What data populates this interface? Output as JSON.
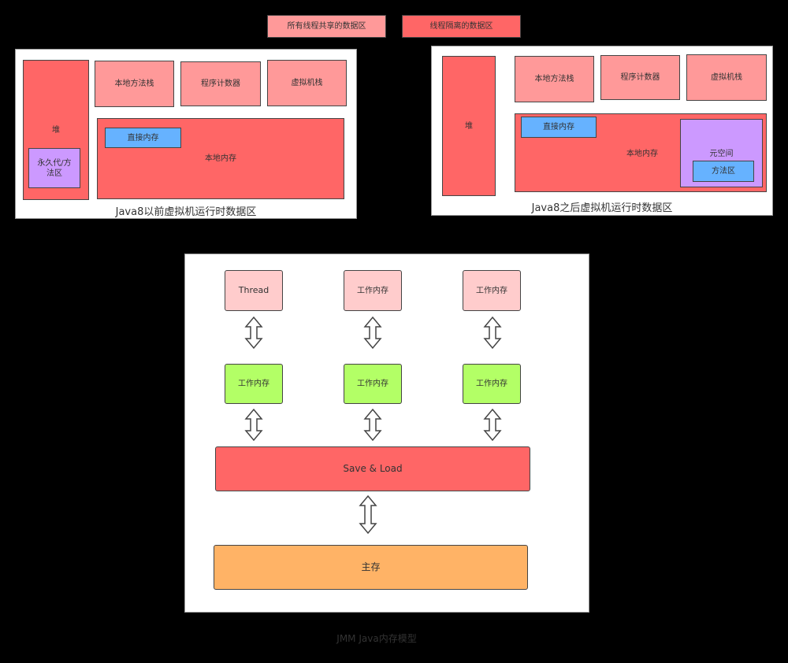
{
  "legend": {
    "shared": "所有线程共享的数据区",
    "isolated": "线程隔离的数据区"
  },
  "colors": {
    "shared": "#ff9999",
    "isolated": "#ff6666",
    "direct": "#66b2ff",
    "method": "#cc99ff",
    "thread": "#ffcccc",
    "work": "#b3ff66",
    "main": "#ffb366"
  },
  "before": {
    "heap": "堆",
    "permgen": "永久代/方法区",
    "native_stack": "本地方法栈",
    "pc": "程序计数器",
    "vm_stack": "虚拟机栈",
    "native_mem": "本地内存",
    "direct": "直接内存",
    "caption": "Java8以前虚拟机运行时数据区"
  },
  "after": {
    "heap": "堆",
    "native_stack": "本地方法栈",
    "pc": "程序计数器",
    "vm_stack": "虚拟机栈",
    "native_mem": "本地内存",
    "direct": "直接内存",
    "metaspace": "元空间",
    "method_area": "方法区",
    "caption": "Java8之后虚拟机运行时数据区"
  },
  "jmm": {
    "top": [
      "Thread",
      "工作内存",
      "工作内存"
    ],
    "work": [
      "工作内存",
      "工作内存",
      "工作内存"
    ],
    "save_load": "Save & Load",
    "main": "主存",
    "caption": "JMM Java内存模型"
  }
}
